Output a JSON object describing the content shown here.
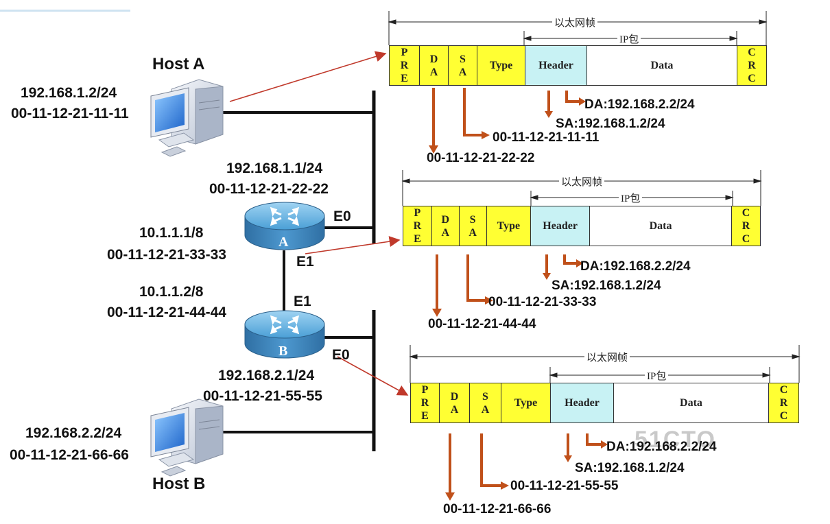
{
  "hosts": {
    "a": {
      "name": "Host A",
      "ip": "192.168.1.2/24",
      "mac": "00-11-12-21-11-11"
    },
    "b": {
      "name": "Host B",
      "ip": "192.168.2.2/24",
      "mac": "00-11-12-21-66-66"
    }
  },
  "routers": {
    "a": {
      "letter": "A",
      "e0": {
        "port": "E0",
        "ip": "192.168.1.1/24",
        "mac": "00-11-12-21-22-22"
      },
      "e1": {
        "port": "E1",
        "ip": "10.1.1.1/8",
        "mac": "00-11-12-21-33-33"
      }
    },
    "b": {
      "letter": "B",
      "e1": {
        "port": "E1",
        "ip": "10.1.1.2/8",
        "mac": "00-11-12-21-44-44"
      },
      "e0": {
        "port": "E0",
        "ip": "192.168.2.1/24",
        "mac": "00-11-12-21-55-55"
      }
    }
  },
  "frame_labels": {
    "ethernet_frame": "以太网帧",
    "ip_packet": "IP包",
    "pre": [
      "P",
      "R",
      "E"
    ],
    "da": [
      "D",
      "A"
    ],
    "sa": [
      "S",
      "A"
    ],
    "type": "Type",
    "header": "Header",
    "data": "Data",
    "crc": [
      "C",
      "R",
      "C"
    ]
  },
  "frames": [
    {
      "ip_da": "DA:192.168.2.2/24",
      "ip_sa": "SA:192.168.1.2/24",
      "mac_sa": "00-11-12-21-11-11",
      "mac_da": "00-11-12-21-22-22"
    },
    {
      "ip_da": "DA:192.168.2.2/24",
      "ip_sa": "SA:192.168.1.2/24",
      "mac_sa": "00-11-12-21-33-33",
      "mac_da": "00-11-12-21-44-44"
    },
    {
      "ip_da": "DA:192.168.2.2/24",
      "ip_sa": "SA:192.168.1.2/24",
      "mac_sa": "00-11-12-21-55-55",
      "mac_da": "00-11-12-21-66-66"
    }
  ],
  "colors": {
    "field_yellow": "#ffff33",
    "header_cyan": "#c8f2f4",
    "arrow_red": "#c0392b",
    "bracket_orange": "#c0501a",
    "router_blue": "#3d8fc7"
  }
}
